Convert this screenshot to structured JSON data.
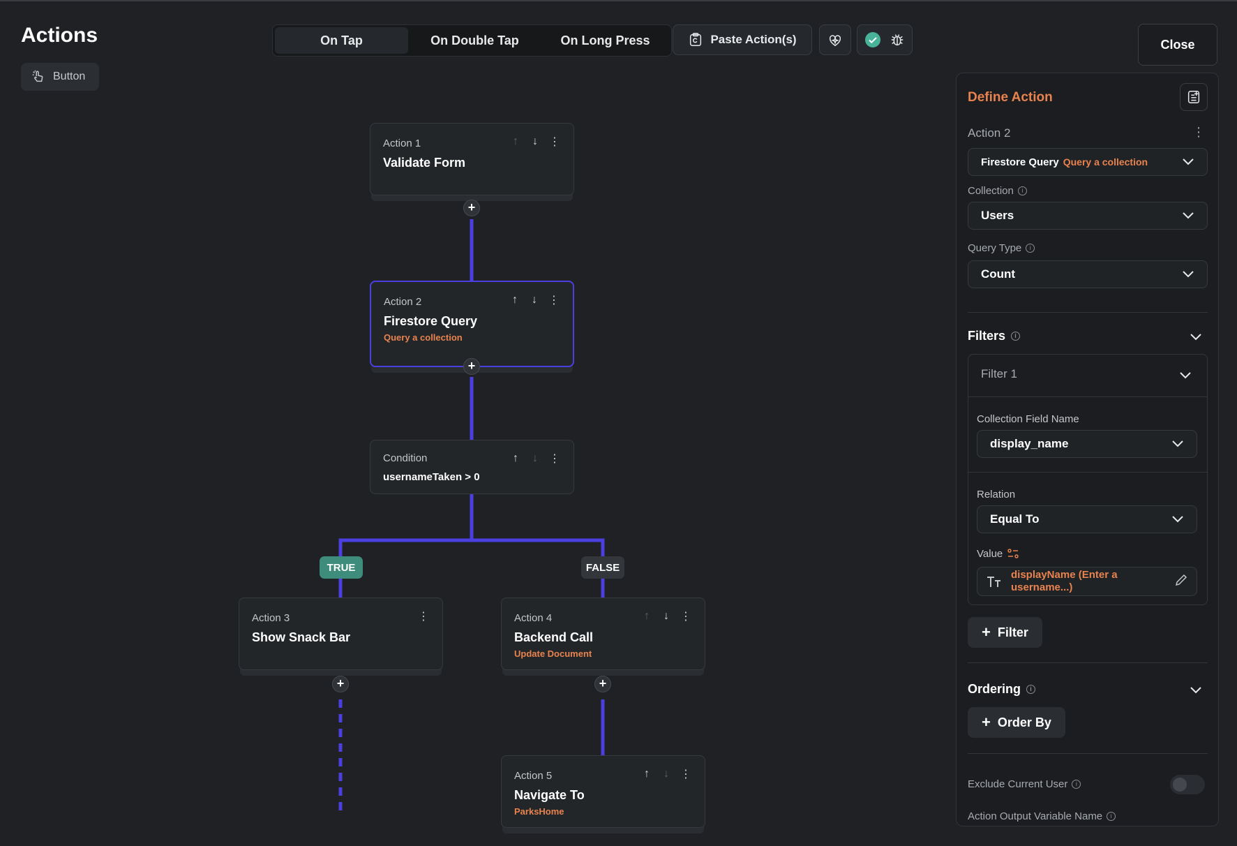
{
  "header": {
    "title": "Actions",
    "widget_chip": "Button",
    "tabs": [
      {
        "label": "On Tap",
        "active": true
      },
      {
        "label": "On Double Tap",
        "active": false
      },
      {
        "label": "On Long Press",
        "active": false
      }
    ],
    "paste_label": "Paste Action(s)",
    "close_label": "Close"
  },
  "flow": {
    "action1": {
      "label": "Action 1",
      "name": "Validate Form"
    },
    "action2": {
      "label": "Action 2",
      "name": "Firestore Query",
      "sub": "Query a collection"
    },
    "condition": {
      "label": "Condition",
      "expr": "usernameTaken  >  0"
    },
    "true_label": "TRUE",
    "false_label": "FALSE",
    "action3": {
      "label": "Action 3",
      "name": "Show Snack Bar"
    },
    "action4": {
      "label": "Action 4",
      "name": "Backend Call",
      "sub": "Update Document"
    },
    "action5": {
      "label": "Action 5",
      "name": "Navigate To",
      "sub": "ParksHome"
    }
  },
  "panel": {
    "title": "Define Action",
    "action_label": "Action 2",
    "action_type": "Firestore Query",
    "action_type_sub": "Query a collection",
    "collection_label": "Collection",
    "collection_value": "Users",
    "query_type_label": "Query Type",
    "query_type_value": "Count",
    "filters_title": "Filters",
    "filter1_label": "Filter 1",
    "field_name_label": "Collection Field Name",
    "field_name_value": "display_name",
    "relation_label": "Relation",
    "relation_value": "Equal To",
    "value_label": "Value",
    "value_text": "displayName (Enter a username...)",
    "add_filter_label": "Filter",
    "ordering_title": "Ordering",
    "order_by_label": "Order By",
    "exclude_label": "Exclude Current User",
    "exclude_on": false,
    "output_var_label": "Action Output Variable Name"
  },
  "colors": {
    "accent_orange": "#e8834f",
    "connector_blue": "#4b3fe0",
    "true_badge": "#3d8c7c",
    "success_green": "#49b39a"
  }
}
